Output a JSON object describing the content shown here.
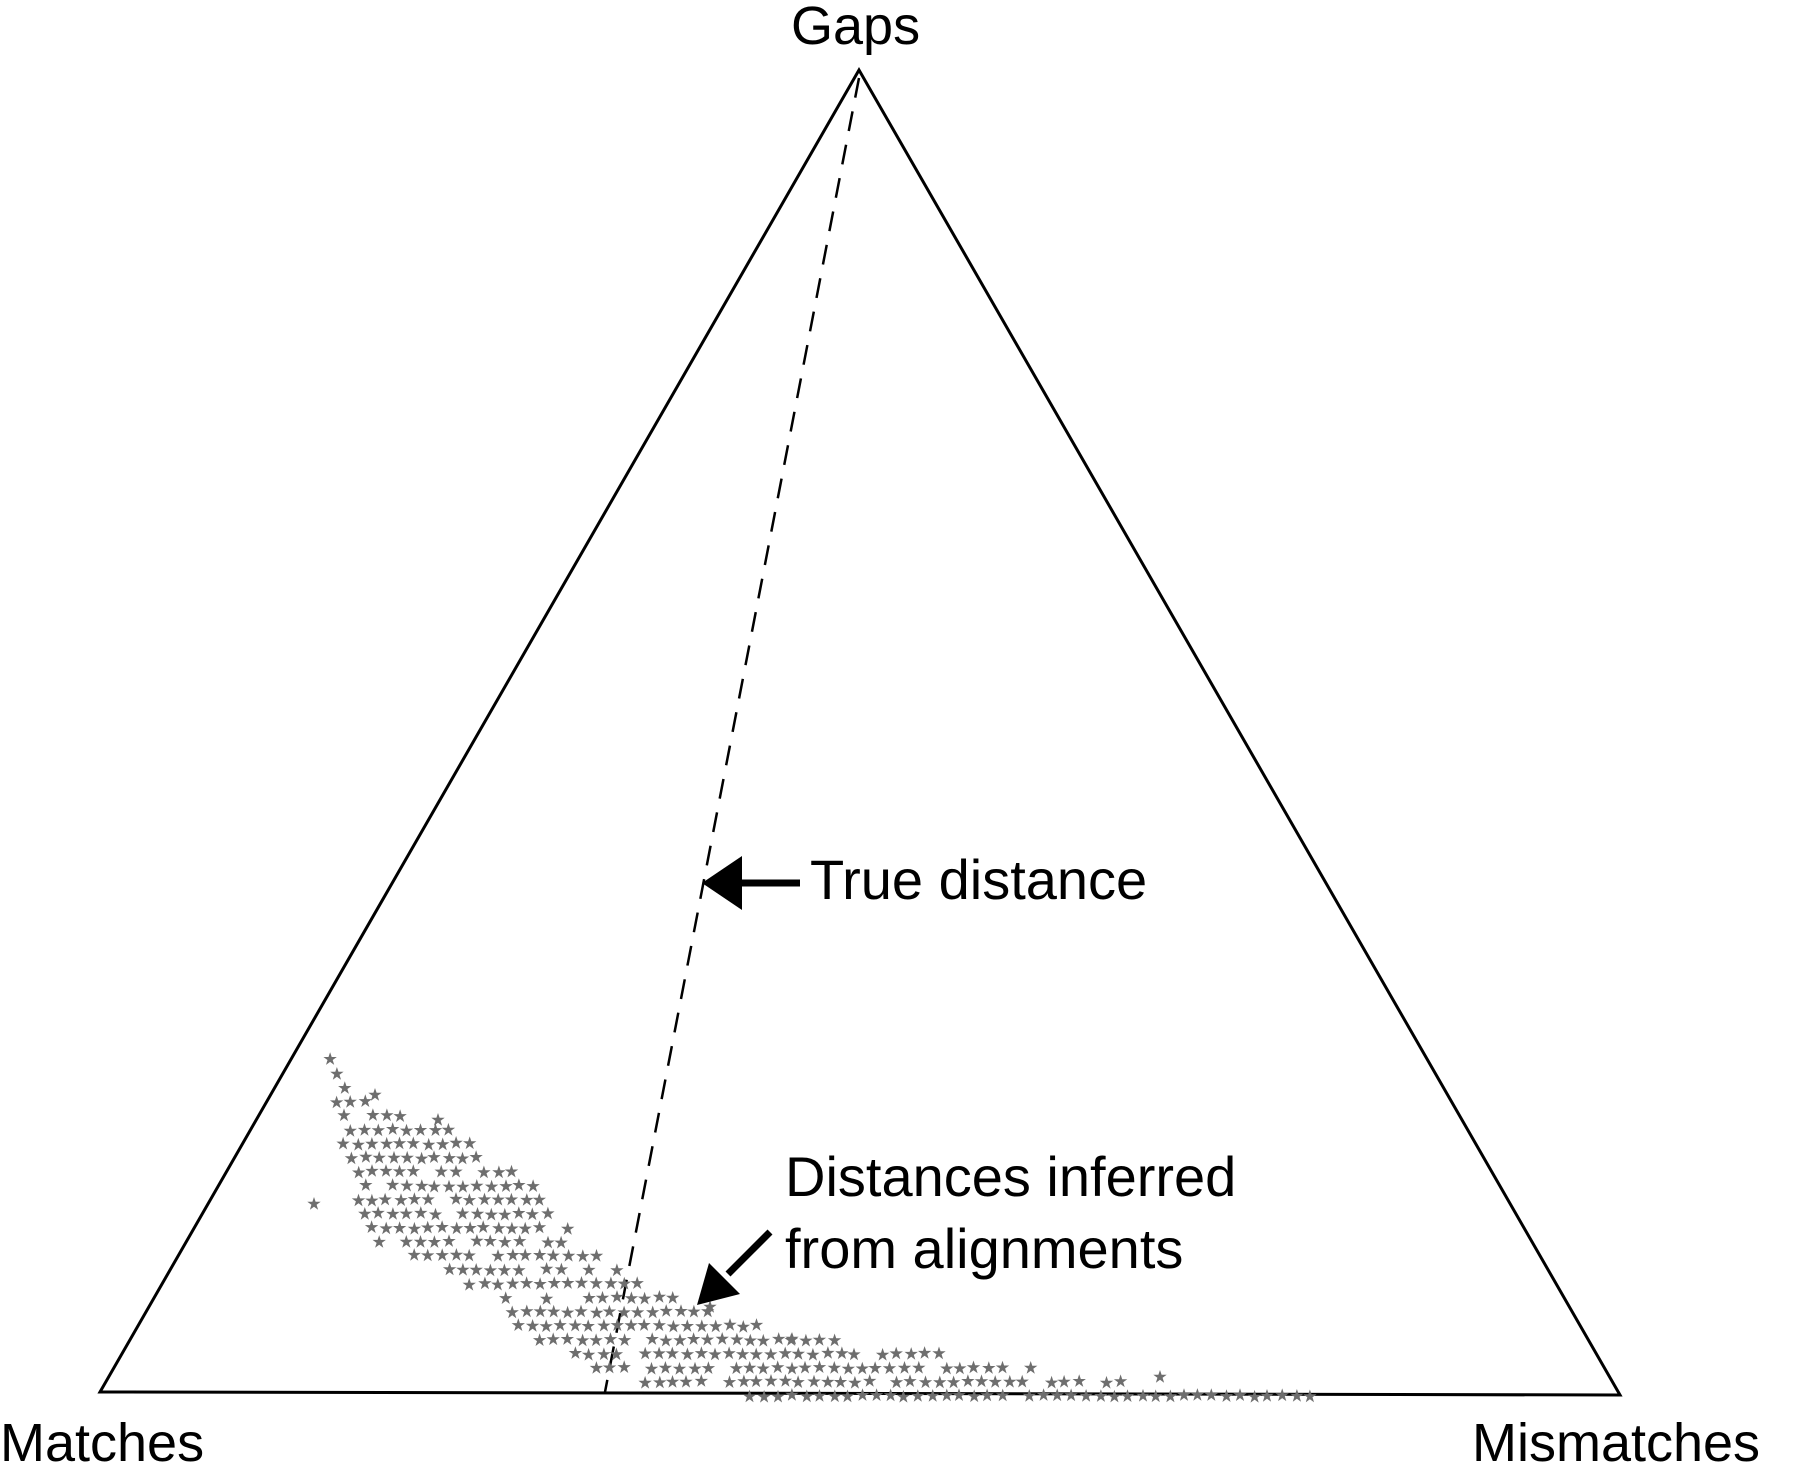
{
  "labels": {
    "top_vertex": "Gaps",
    "left_vertex": "Matches",
    "right_vertex": "Mismatches"
  },
  "annotations": {
    "true_distance": "True distance",
    "inferred_line1": "Distances inferred",
    "inferred_line2": "from alignments"
  },
  "colors": {
    "line": "#000000",
    "stars": "#6e6e6e",
    "background": "#ffffff"
  },
  "icons": {
    "star_marker": "star-icon",
    "arrow_true": "arrow-left-icon",
    "arrow_inferred": "arrow-down-left-icon"
  }
}
